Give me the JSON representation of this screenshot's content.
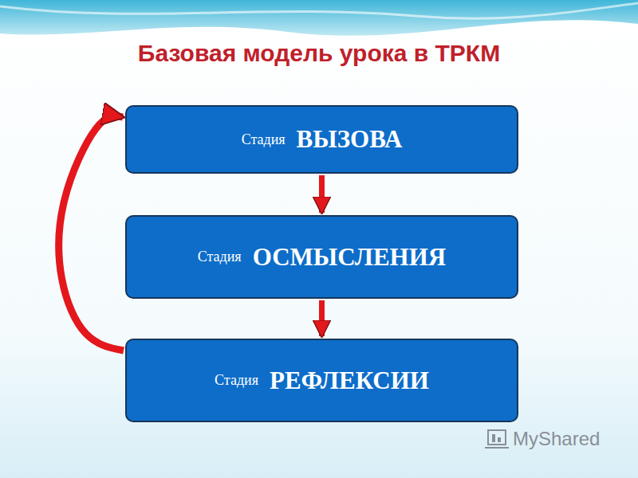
{
  "diagram": {
    "title": "Базовая модель урока в ТРКМ",
    "nodes": [
      {
        "text": [
          "Стадия",
          "ВЫЗОВА"
        ]
      },
      {
        "text": [
          "Стадия",
          "ОСМЫСЛЕНИЯ"
        ]
      },
      {
        "text": [
          "Стадия",
          "РЕФЛЕКСИИ"
        ]
      }
    ],
    "edges": [
      {
        "from": 0,
        "to": 1,
        "arrow": "to"
      },
      {
        "from": 1,
        "to": 2,
        "arrow": "to"
      },
      {
        "from": 2,
        "to": 0,
        "arrow": "to"
      }
    ],
    "labels": [
      "MyShared"
    ]
  }
}
